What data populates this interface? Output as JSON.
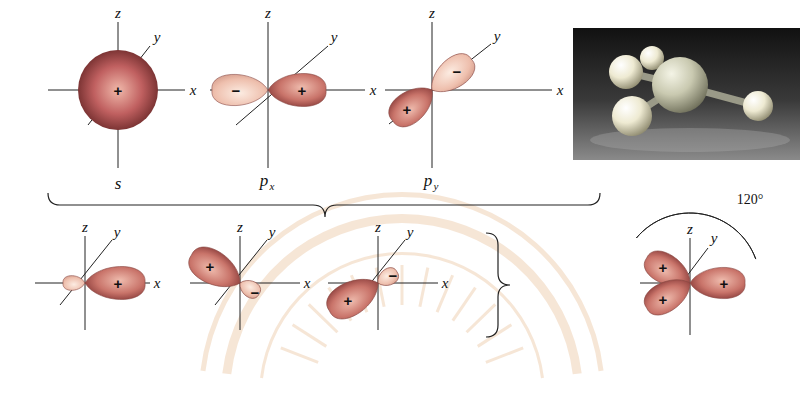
{
  "diagram": {
    "labels": [
      "z",
      "y",
      "x",
      "+",
      "s",
      "z",
      "y",
      "x",
      "−",
      "+",
      "p",
      "x",
      "z",
      "y",
      "x",
      "−",
      "+",
      "p",
      "y",
      "z",
      "y",
      "x",
      "+",
      "z",
      "y",
      "x",
      "+",
      "−",
      "z",
      "y",
      "x",
      "+",
      "−",
      "z",
      "y",
      "120°",
      "+",
      "+",
      "+"
    ]
  }
}
